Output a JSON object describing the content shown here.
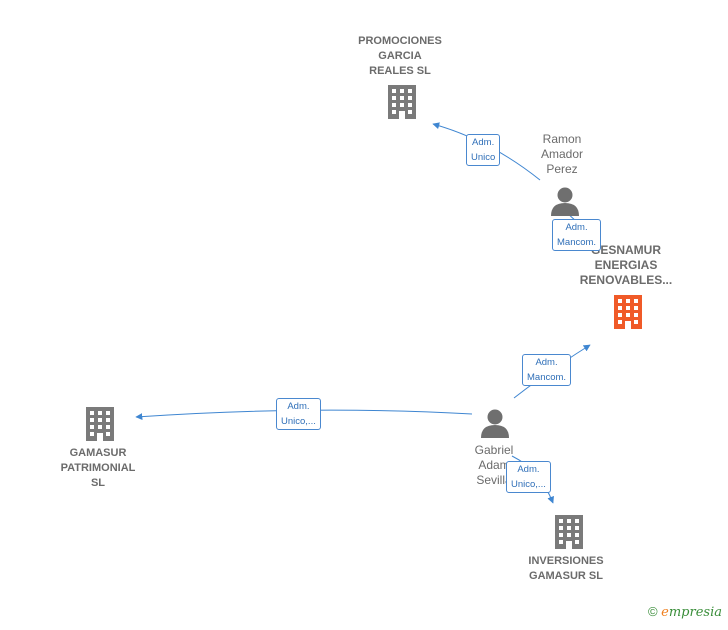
{
  "colors": {
    "edge": "#3f86d1",
    "company": "#7a7a7a",
    "focus_company": "#f05a28",
    "person": "#6f6f6f"
  },
  "nodes": {
    "promociones": {
      "lines": [
        "PROMOCIONES",
        "GARCIA",
        "REALES SL"
      ],
      "icon": "building-icon"
    },
    "ramon": {
      "lines": [
        "Ramon",
        "Amador",
        "Perez"
      ],
      "icon": "person-icon"
    },
    "gesnamur": {
      "lines": [
        "GESNAMUR",
        "ENERGIAS",
        "RENOVABLES..."
      ],
      "icon": "building-icon"
    },
    "gamasur": {
      "lines": [
        "GAMASUR",
        "PATRIMONIAL",
        "SL"
      ],
      "icon": "building-icon"
    },
    "gabriel": {
      "lines": [
        "Gabriel",
        "Adam",
        "Sevilla"
      ],
      "icon": "person-icon"
    },
    "inversiones": {
      "lines": [
        "INVERSIONES",
        "GAMASUR  SL"
      ],
      "icon": "building-icon"
    }
  },
  "edges": {
    "ramon_promociones": [
      "Adm.",
      "Unico"
    ],
    "ramon_gesnamur": [
      "Adm.",
      "Mancom."
    ],
    "gabriel_gesnamur": [
      "Adm.",
      "Mancom."
    ],
    "gabriel_gamasur": [
      "Adm.",
      "Unico,..."
    ],
    "gabriel_inversiones": [
      "Adm.",
      "Unico,..."
    ]
  },
  "brand": {
    "copyright": "©",
    "e": "e",
    "name": "mpresia"
  }
}
